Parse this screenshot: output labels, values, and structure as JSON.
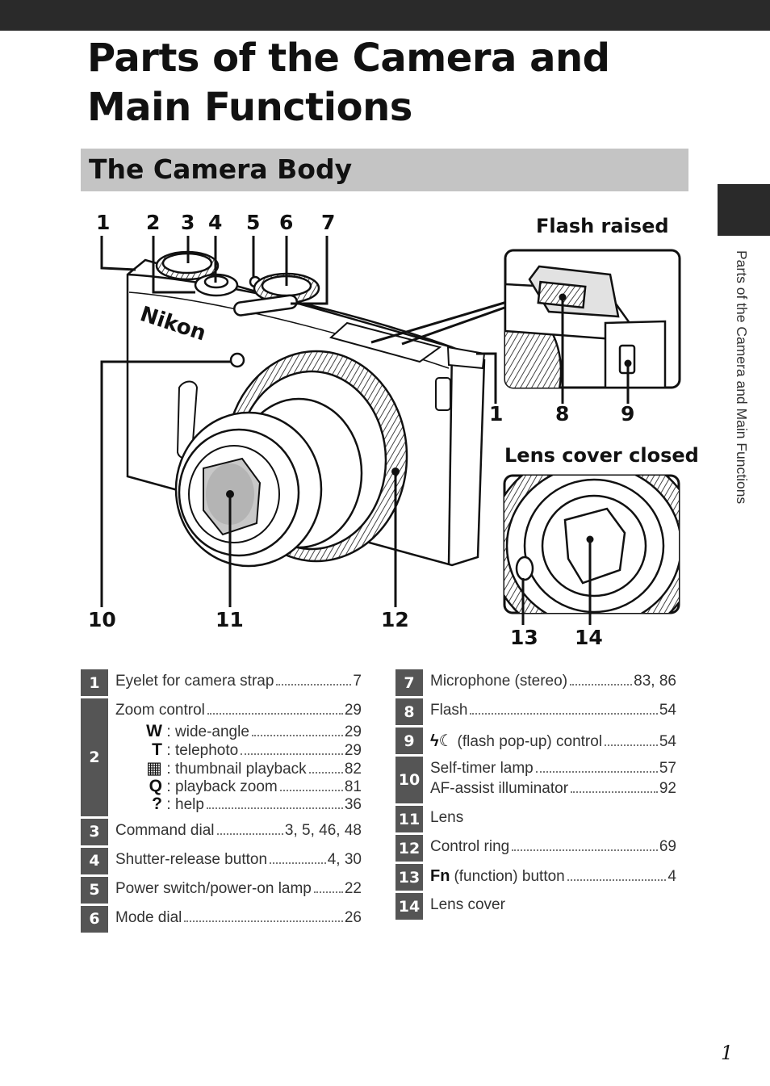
{
  "page": {
    "title": "Parts of the Camera and Main Functions",
    "section_title": "The Camera Body",
    "side_tab_text": "Parts of the Camera and Main Functions",
    "page_number": "1"
  },
  "figure": {
    "brand": "Nikon",
    "flash_caption": "Flash raised",
    "lens_caption": "Lens cover closed",
    "callouts": {
      "c1_top": "1",
      "c2": "2",
      "c3": "3",
      "c4": "4",
      "c5": "5",
      "c6": "6",
      "c7": "7",
      "c1_side": "1",
      "c8": "8",
      "c9": "9",
      "c10": "10",
      "c11": "11",
      "c12": "12",
      "c13": "13",
      "c14": "14"
    }
  },
  "legend_left": [
    {
      "num": "1",
      "label": "Eyelet for camera strap",
      "pages": "7"
    },
    {
      "num": "2",
      "label": "Zoom control",
      "pages": "29",
      "sub": [
        {
          "icon": "W",
          "label": "wide-angle",
          "pages": "29"
        },
        {
          "icon": "T",
          "label": "telephoto",
          "pages": "29"
        },
        {
          "icon": "▦",
          "label": "thumbnail playback",
          "pages": "82"
        },
        {
          "icon": "Q",
          "label": "playback zoom",
          "pages": "81"
        },
        {
          "icon": "?",
          "label": "help",
          "pages": "36"
        }
      ]
    },
    {
      "num": "3",
      "label": "Command dial",
      "pages": "3, 5, 46, 48"
    },
    {
      "num": "4",
      "label": "Shutter-release button",
      "pages": "4, 30"
    },
    {
      "num": "5",
      "label": "Power switch/power-on lamp",
      "pages": "22"
    },
    {
      "num": "6",
      "label": "Mode dial",
      "pages": "26"
    }
  ],
  "legend_right": [
    {
      "num": "7",
      "label": "Microphone (stereo)",
      "pages": "83, 86"
    },
    {
      "num": "8",
      "label": "Flash",
      "pages": "54"
    },
    {
      "num": "9",
      "label": "(flash pop-up) control",
      "glyph": "ϟ☾",
      "pages": "54"
    },
    {
      "num": "10",
      "lines": [
        {
          "label": "Self-timer lamp",
          "pages": "57"
        },
        {
          "label": "AF-assist illuminator",
          "pages": "92"
        }
      ]
    },
    {
      "num": "11",
      "label": "Lens",
      "pages": ""
    },
    {
      "num": "12",
      "label": "Control ring",
      "pages": "69"
    },
    {
      "num": "13",
      "label": "(function) button",
      "glyph": "Fn",
      "pages": "4"
    },
    {
      "num": "14",
      "label": "Lens cover",
      "pages": ""
    }
  ]
}
